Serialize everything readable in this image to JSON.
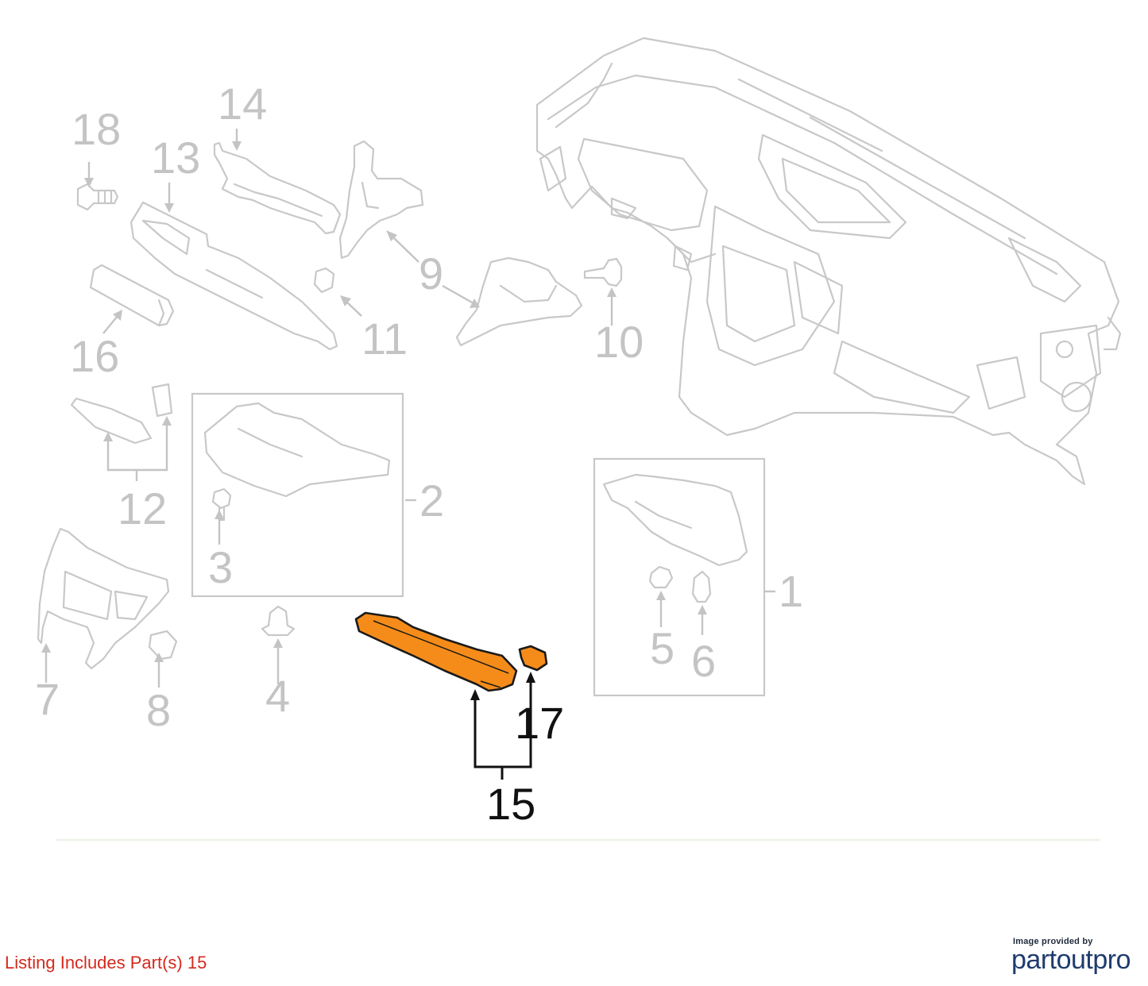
{
  "callouts": [
    {
      "label": "18",
      "active": false
    },
    {
      "label": "14",
      "active": false
    },
    {
      "label": "13",
      "active": false
    },
    {
      "label": "9",
      "active": false
    },
    {
      "label": "11",
      "active": false
    },
    {
      "label": "10",
      "active": false
    },
    {
      "label": "16",
      "active": false
    },
    {
      "label": "12",
      "active": false
    },
    {
      "label": "2",
      "active": false
    },
    {
      "label": "3",
      "active": false
    },
    {
      "label": "1",
      "active": false
    },
    {
      "label": "7",
      "active": false
    },
    {
      "label": "8",
      "active": false
    },
    {
      "label": "4",
      "active": false
    },
    {
      "label": "5",
      "active": false
    },
    {
      "label": "6",
      "active": false
    },
    {
      "label": "17",
      "active": true
    },
    {
      "label": "15",
      "active": true
    }
  ],
  "highlight_color": "#f58c1a",
  "listing_note": "Listing Includes Part(s) 15",
  "listing_note_color": "#d42a1e",
  "credit": {
    "small": "Image provided by",
    "brand": "partoutpro"
  }
}
